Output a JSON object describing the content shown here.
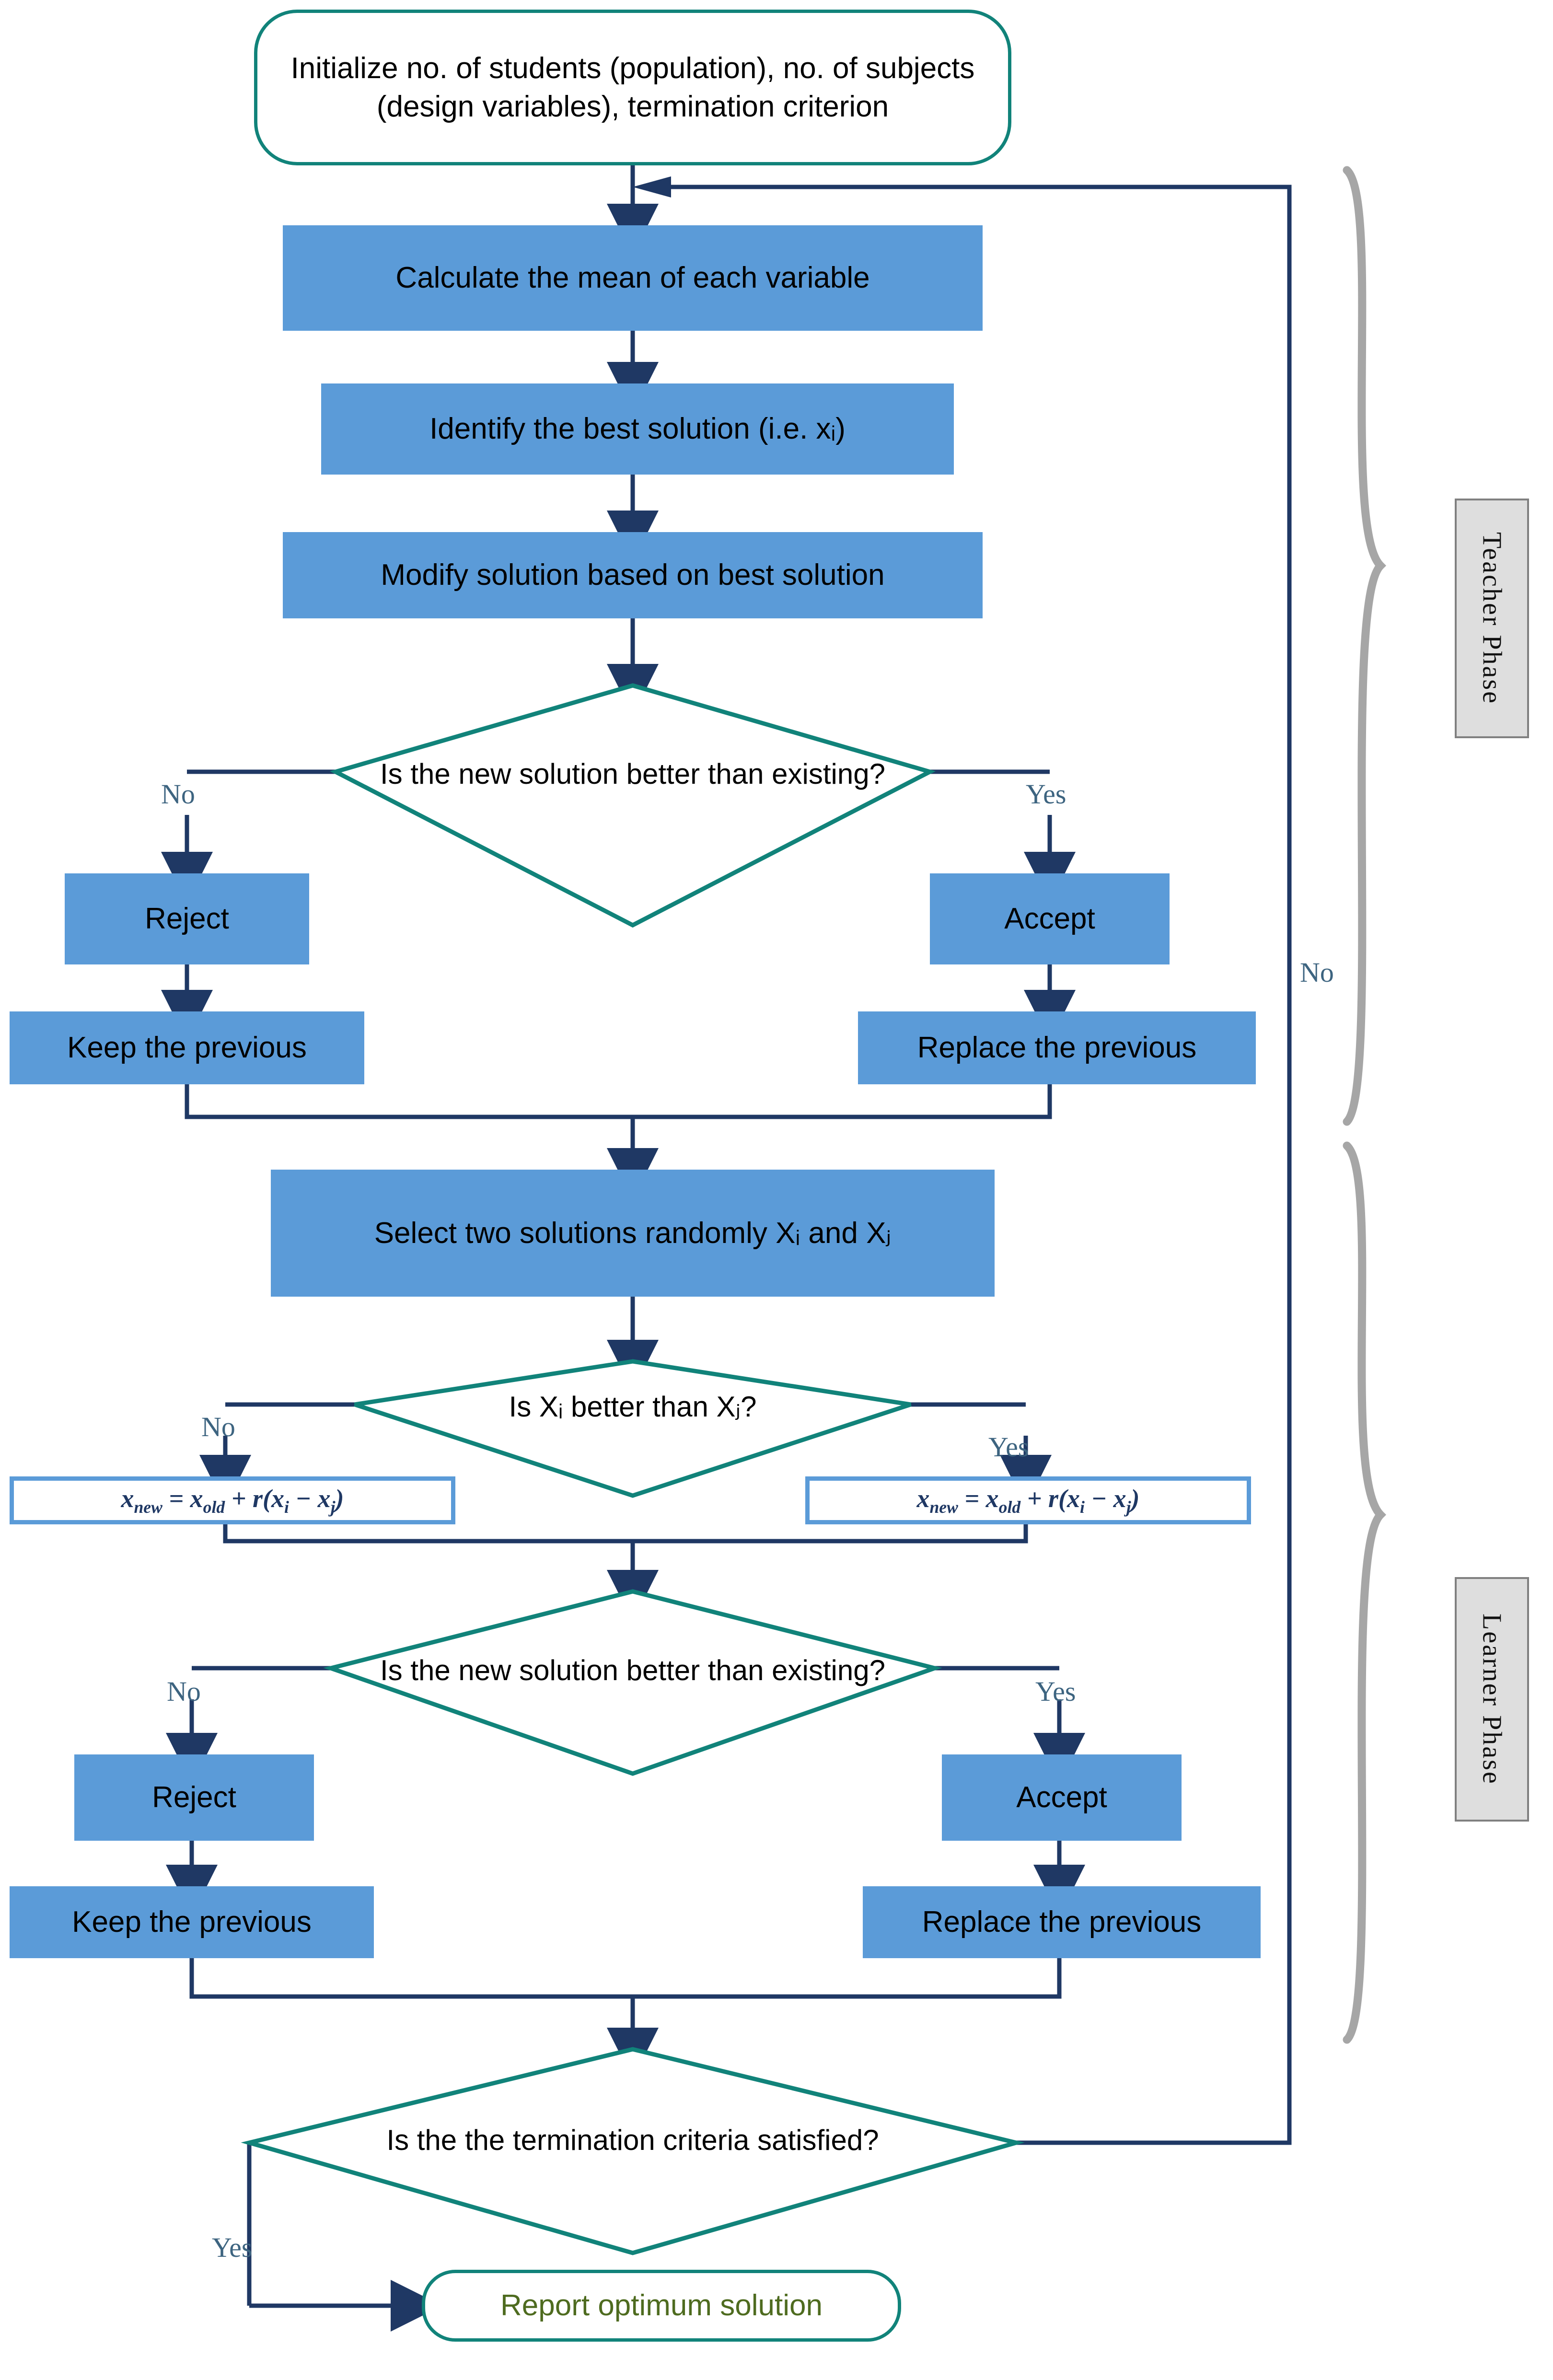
{
  "diagram": {
    "title": "TLBO algorithm flowchart",
    "colors": {
      "process_fill": "#5B9BD8",
      "decision_stroke": "#11837A",
      "terminator_stroke": "#11837A",
      "connector": "#1F3864",
      "branch_label": "#3D6480",
      "end_text": "#4E6B1F",
      "phase_fill": "#DEDEDE",
      "phase_border": "#808080",
      "brace": "#A6A6A6"
    },
    "nodes": {
      "start": "Initialize no. of students (population), no. of subjects (design variables), termination criterion",
      "calc_mean": "Calculate the mean of each variable",
      "identify_best": "Identify the best solution (i.e. xᵢ)",
      "modify": "Modify solution based on best solution",
      "decision_teacher": "Is the new solution better than existing?",
      "reject_teacher": "Reject",
      "accept_teacher": "Accept",
      "keep_teacher": "Keep the previous",
      "replace_teacher": "Replace the previous",
      "select_two": "Select two solutions randomly Xᵢ and Xⱼ",
      "decision_xixj": "Is Xᵢ better than Xⱼ?",
      "formula_left": "x_new = x_old + r(x_i − x_j)",
      "formula_right": "x_new = x_old + r(x_i − x_j)",
      "decision_learner": "Is the new solution better than existing?",
      "reject_learner": "Reject",
      "accept_learner": "Accept",
      "keep_learner": "Keep the previous",
      "replace_learner": "Replace the previous",
      "decision_termination": "Is the the termination criteria satisfied?",
      "end": "Report optimum solution"
    },
    "branch_labels": {
      "teacher_no": "No",
      "teacher_yes": "Yes",
      "xixj_no": "No",
      "xixj_yes": "Yes",
      "learner_no": "No",
      "learner_yes": "Yes",
      "termination_yes": "Yes",
      "loopback_no": "No"
    },
    "phases": {
      "teacher": "Teacher Phase",
      "learner": "Learner Phase"
    }
  }
}
